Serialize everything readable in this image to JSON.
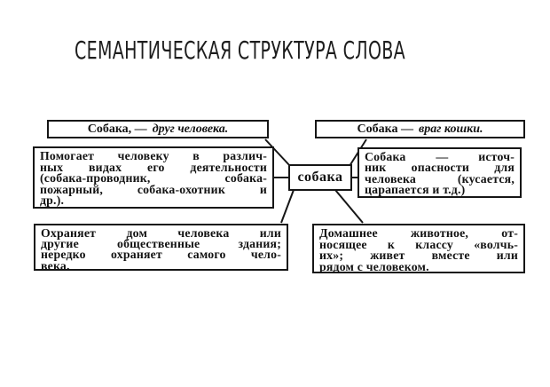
{
  "title": "СЕМАНТИЧЕСКАЯ СТРУКТУРА СЛОВА",
  "colors": {
    "ink": "#161616",
    "background": "#ffffff"
  },
  "center": {
    "word": "собака"
  },
  "senses": {
    "top_left": {
      "subject": "Собака, —",
      "predicate": "друг человека."
    },
    "top_right": {
      "subject": "Собака —",
      "predicate": "враг кошки."
    },
    "left": {
      "lines": [
        "Помогает человеку в различ-",
        "ных видах его деятельности",
        "(собака-проводник, собака-",
        "пожарный, собака-охотник и",
        "др.)."
      ]
    },
    "right": {
      "lines": [
        "Собака — источ-",
        "ник опасности для",
        "человека (кусается,",
        "царапается и т.д.)"
      ]
    },
    "bottom_left": {
      "lines": [
        "Охраняет дом человека или",
        "другие общественные здания;",
        "нередко охраняет самого чело-",
        "века."
      ]
    },
    "bottom_right": {
      "lines": [
        "Домашнее животное, от-",
        "носящее к классу «волчь-",
        "их»; живет вместе или",
        "рядом с человеком."
      ]
    }
  }
}
